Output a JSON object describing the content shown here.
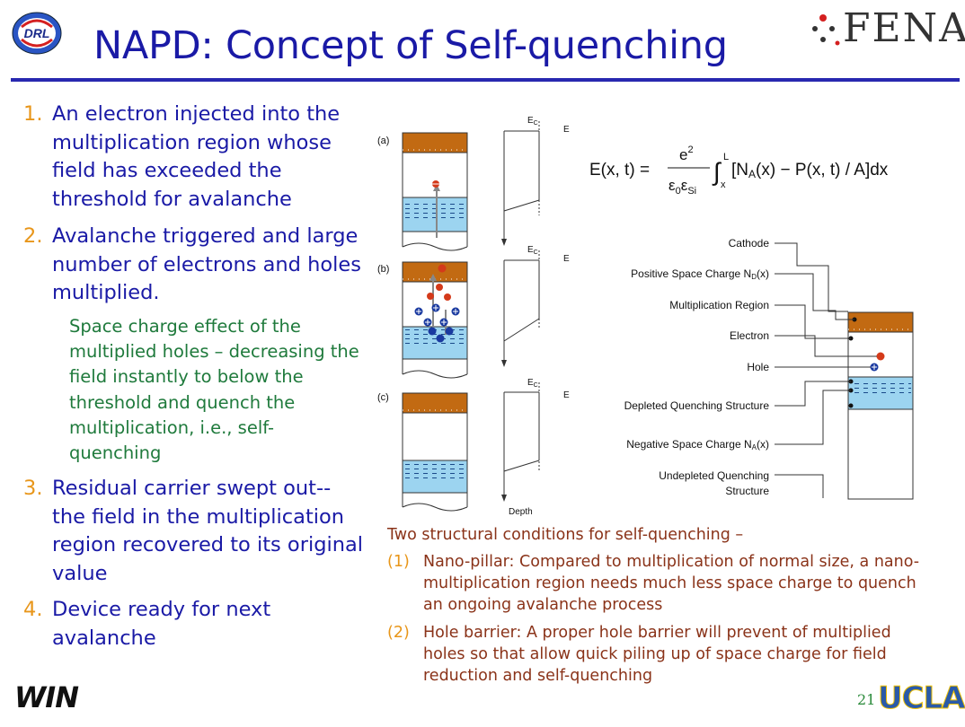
{
  "title": "NAPD: Concept of Self-quenching",
  "logo_left": "DRL",
  "logo_right": "FENA",
  "bullets": [
    {
      "num": "1.",
      "text": "An electron injected into the multiplication region whose field has exceeded the threshold for avalanche"
    },
    {
      "num": "2.",
      "text": "Avalanche triggered and large number of electrons and holes multiplied."
    },
    {
      "num": "3.",
      "text": "Residual carrier swept out-- the field in the multiplication region recovered to its original value"
    },
    {
      "num": "4.",
      "text": "Device ready for next avalanche"
    }
  ],
  "sub_bullet": "Space charge effect of the multiplied holes – decreasing the field instantly to below the threshold and quench the multiplication, i.e., self-quenching",
  "diagram": {
    "panel_labels": [
      "(a)",
      "(b)",
      "(c)"
    ],
    "ec_label": "E",
    "ec_sub": "C",
    "e_label": "E",
    "depth_label": "Depth",
    "equation": {
      "lhs": "E(x, t) =",
      "numerator": "e",
      "numerator_sup": "2",
      "denominator": "ε",
      "denominator_sub1": "0",
      "denominator_mid": "ε",
      "denominator_sub2": "Si",
      "int_upper": "L",
      "int_lower": "x",
      "integrand_a": "[N",
      "integrand_a_sub": "A",
      "integrand_b": "(x) − P(x, t) / A]dx"
    },
    "structure_labels": [
      {
        "text": "Cathode"
      },
      {
        "text": "Positive Space Charge N",
        "sub": "D",
        "suffix": "(x)"
      },
      {
        "text": "Multiplication Region"
      },
      {
        "text": "Electron"
      },
      {
        "text": "Hole"
      },
      {
        "text": "Depleted Quenching Structure"
      },
      {
        "text": "Negative Space Charge N",
        "sub": "A",
        "suffix": "(x)"
      },
      {
        "text": "Undepleted Quenching",
        "line2": "Structure"
      }
    ]
  },
  "conditions": {
    "heading": "Two structural conditions for self-quenching –",
    "items": [
      {
        "num": "(1)",
        "text": "Nano-pillar: Compared to multiplication of normal size, a nano-multiplication region needs much less space charge to quench an ongoing avalanche process"
      },
      {
        "num": "(2)",
        "text": "Hole barrier: A proper hole barrier will prevent of multiplied holes so that allow quick piling up of space charge for field reduction and self-quenching"
      }
    ]
  },
  "footer": {
    "left_logo": "WIN",
    "page_number": "21",
    "right_logo": "UCLA"
  },
  "colors": {
    "title": "#1a1aa6",
    "bullet_number": "#e8961a",
    "sub_bullet": "#1f7a3c",
    "conditions_text": "#8a3319",
    "cathode": "#c26a12",
    "quench_layer": "#9cd4f0"
  }
}
